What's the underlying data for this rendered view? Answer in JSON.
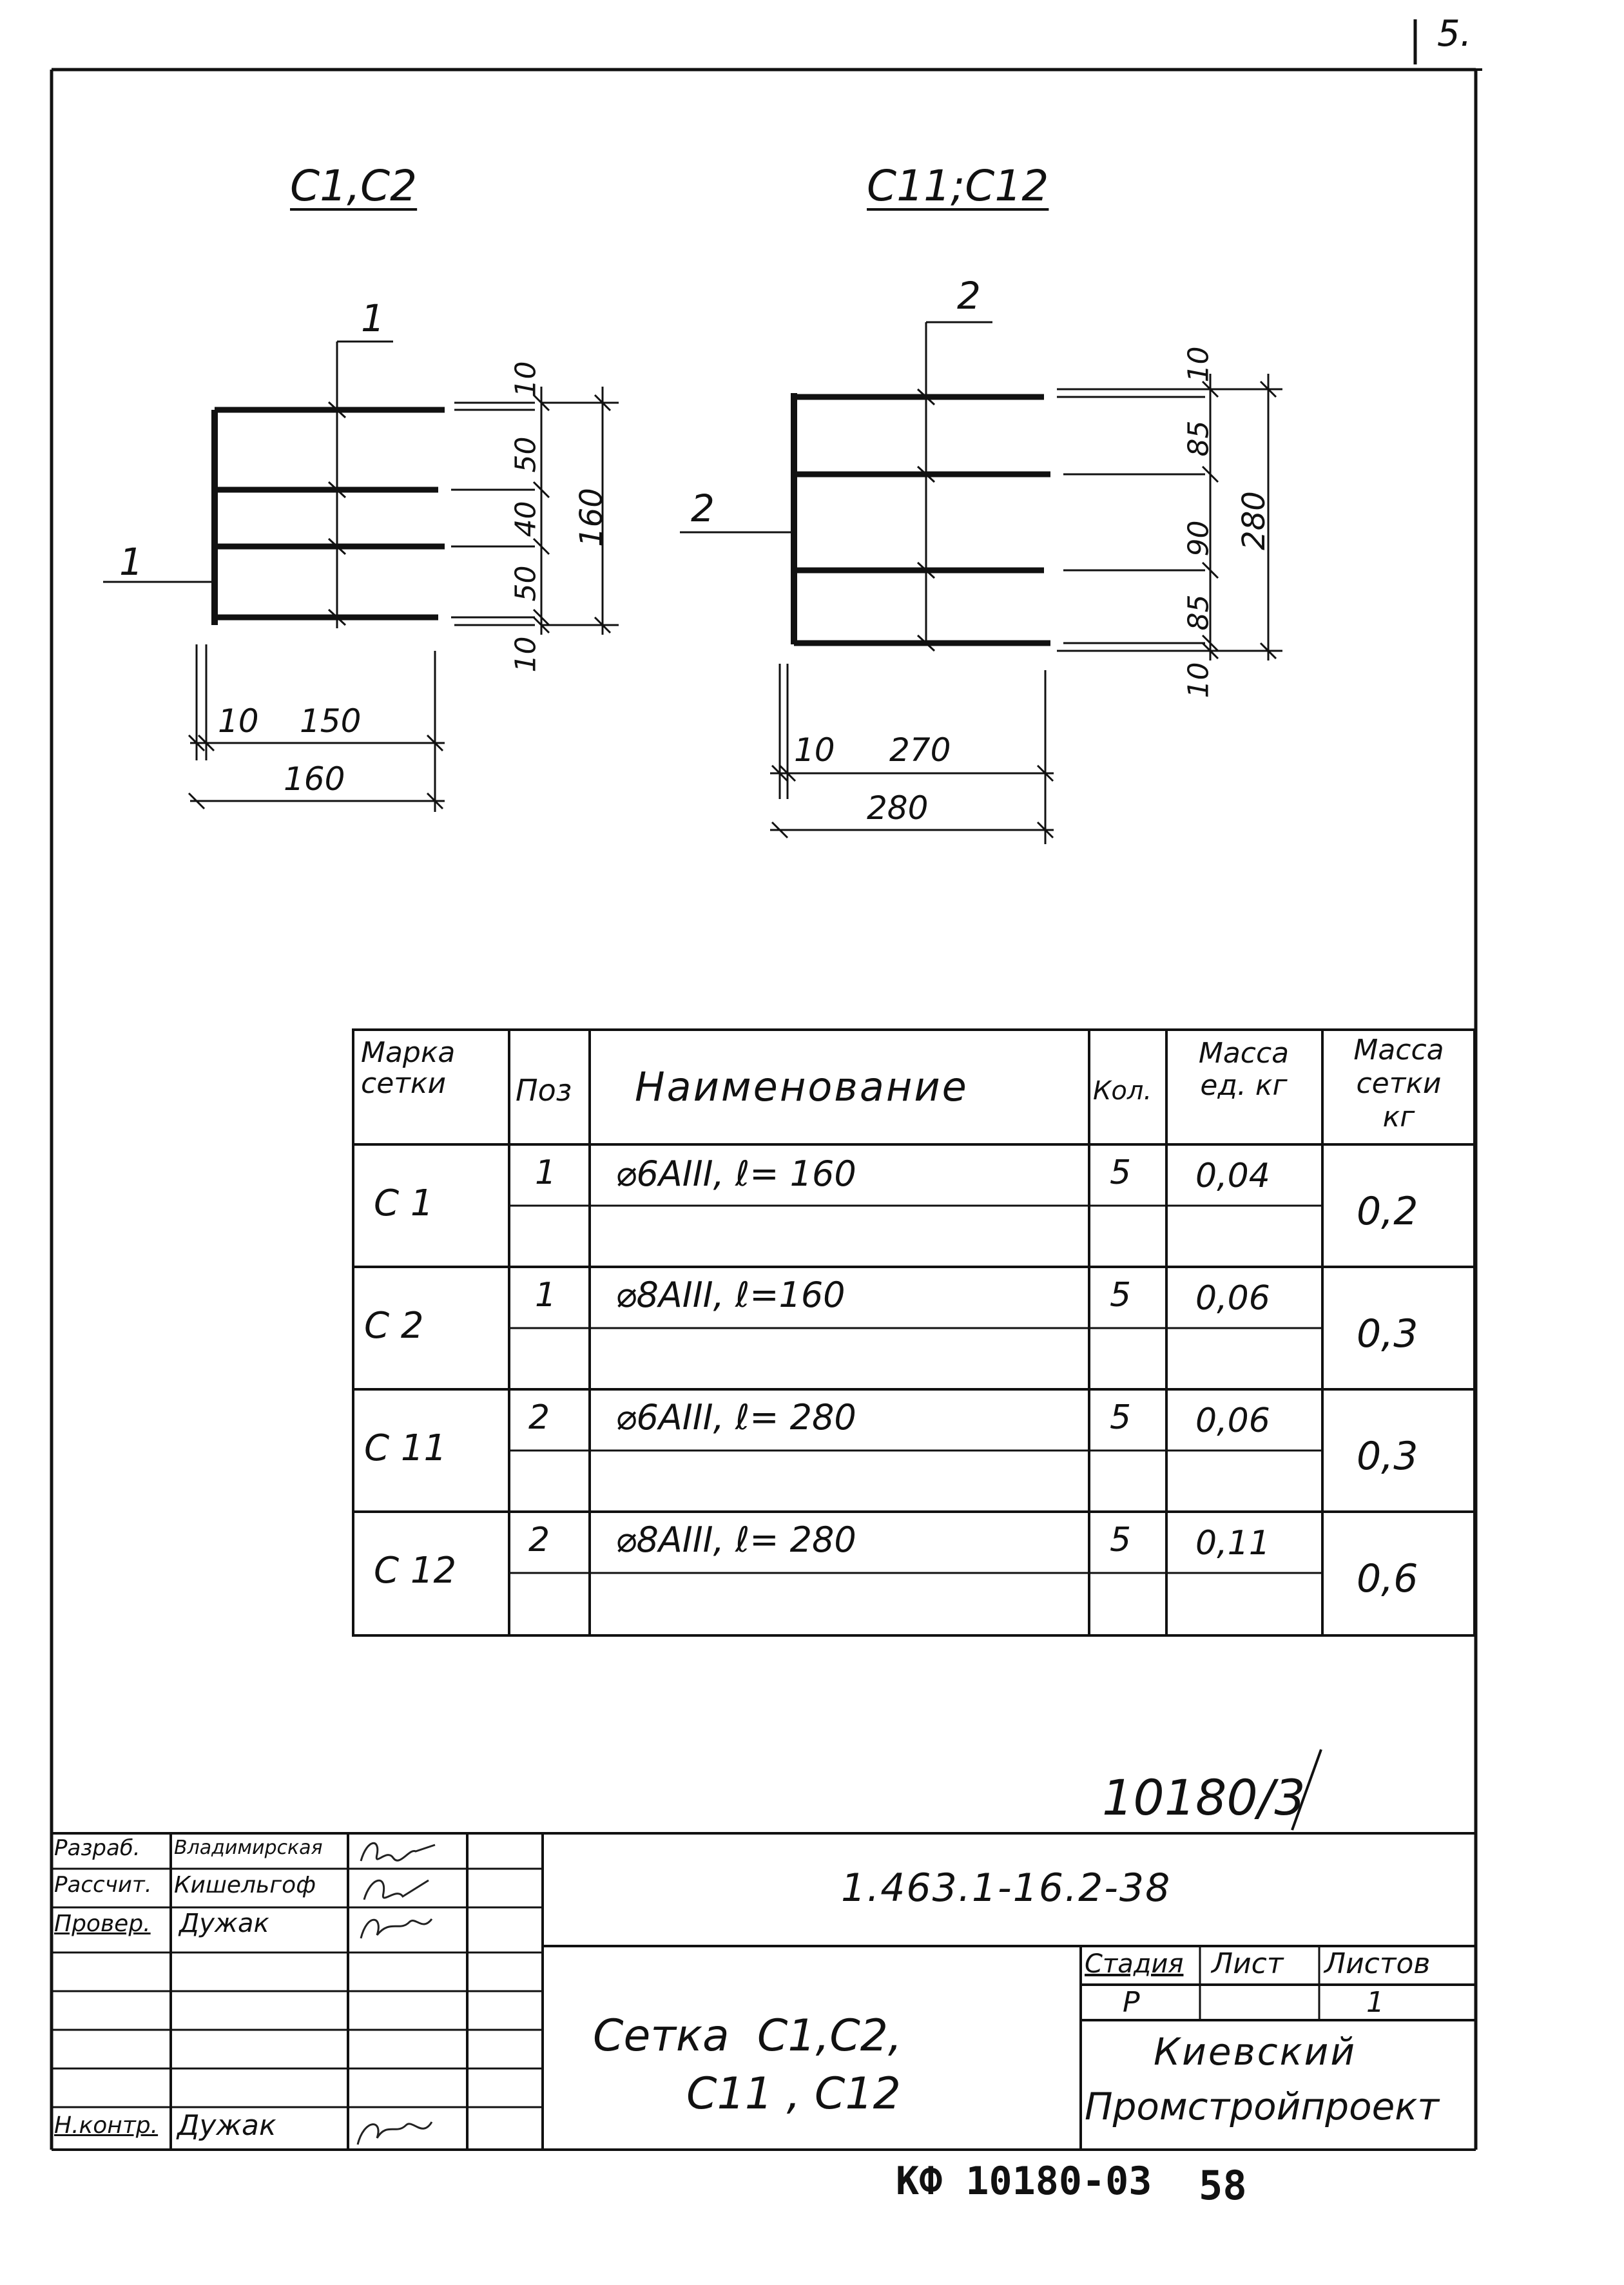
{
  "sheet": {
    "corner_number": "5."
  },
  "drawings": {
    "left": {
      "title": "С1,С2",
      "section_mark": "1",
      "dims_vertical": [
        "10",
        "50",
        "40",
        "50",
        "10"
      ],
      "dim_total_vertical": "160",
      "dims_horizontal": [
        "10",
        "150"
      ],
      "dim_total_horizontal": "160"
    },
    "right": {
      "title": "С11;С12",
      "section_mark": "2",
      "dims_vertical": [
        "10",
        "85",
        "90",
        "85",
        "10"
      ],
      "dim_total_vertical": "280",
      "dims_horizontal": [
        "10",
        "270"
      ],
      "dim_total_horizontal": "280"
    }
  },
  "spec_table": {
    "headers": {
      "mark_line1": "Марка",
      "mark_line2": "сетки",
      "pos": "Поз",
      "name": "Наименование",
      "qty": "Кол.",
      "unit_mass_line1": "Масса",
      "unit_mass_line2": "ед. кг",
      "total_mass_line1": "Масса",
      "total_mass_line2": "сетки",
      "total_mass_line3": "кг"
    },
    "rows": [
      {
        "mark": "С 1",
        "pos": "1",
        "name": "⌀6АIII, ℓ= 160",
        "qty": "5",
        "unit_mass": "0,04",
        "total_mass": "0,2"
      },
      {
        "mark": "С 2",
        "pos": "1",
        "name": "⌀8АIII, ℓ=160",
        "qty": "5",
        "unit_mass": "0,06",
        "total_mass": "0,3"
      },
      {
        "mark": "С 11",
        "pos": "2",
        "name": "⌀6АIII, ℓ= 280",
        "qty": "5",
        "unit_mass": "0,06",
        "total_mass": "0,3"
      },
      {
        "mark": "С 12",
        "pos": "2",
        "name": "⌀8АIII, ℓ= 280",
        "qty": "5",
        "unit_mass": "0,11",
        "total_mass": "0,6"
      }
    ]
  },
  "title_block": {
    "order_number": "10180/3",
    "document_code": "1.463.1-16.2-38",
    "roles": [
      {
        "role": "Разраб.",
        "name": "Владимирская"
      },
      {
        "role": "Рассчит.",
        "name": "Кишельгоф"
      },
      {
        "role": "Провер.",
        "name": "Дужак"
      },
      {
        "role": "",
        "name": ""
      },
      {
        "role": "",
        "name": ""
      },
      {
        "role": "Н.контр.",
        "name": "Дужак"
      }
    ],
    "drawing_title_line1": "Сетка  С1,С2,",
    "drawing_title_line2": "С11 , С12",
    "stage_label": "Стадия",
    "sheet_label": "Лист",
    "sheets_label": "Листов",
    "stage": "Р",
    "sheet": "",
    "sheets": "1",
    "organization_line1": "Киевский",
    "organization_line2": "Промстройпроект"
  },
  "footer": {
    "archive_code": "КФ 10180-03",
    "page": "58"
  }
}
